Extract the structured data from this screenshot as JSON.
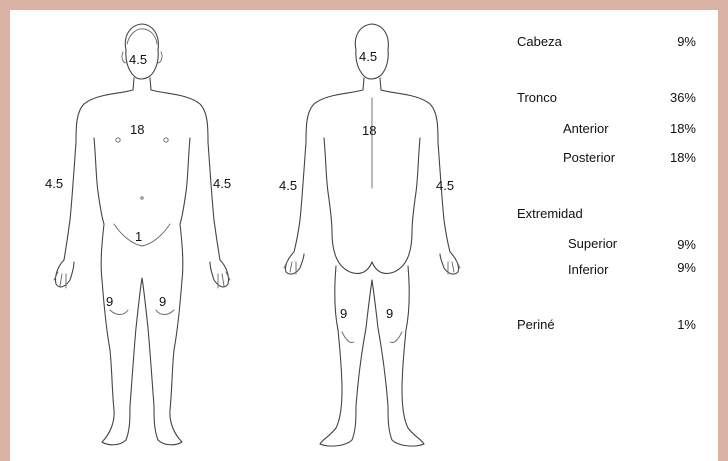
{
  "body_labels": {
    "front": {
      "head": "4.5",
      "trunk": "18",
      "arm_left": "4.5",
      "arm_right": "4.5",
      "perineum": "1",
      "leg_left": "9",
      "leg_right": "9"
    },
    "back": {
      "head": "4.5",
      "trunk": "18",
      "arm_left": "4.5",
      "arm_right": "4.5",
      "leg_left": "9",
      "leg_right": "9"
    }
  },
  "legend": {
    "cabeza": {
      "label": "Cabeza",
      "value": "9%"
    },
    "tronco": {
      "label": "Tronco",
      "value": "36%"
    },
    "anterior": {
      "label": "Anterior",
      "value": "18%"
    },
    "posterior": {
      "label": "Posterior",
      "value": "18%"
    },
    "extremidad": {
      "label": "Extremidad"
    },
    "superior": {
      "label": "Superior",
      "value": "9%"
    },
    "inferior": {
      "label": "Inferior",
      "value": "9%"
    },
    "perine": {
      "label": "Periné",
      "value": "1%"
    }
  },
  "colors": {
    "frame": "#d9b2a3",
    "panel": "#ffffff",
    "outline": "#444444"
  }
}
